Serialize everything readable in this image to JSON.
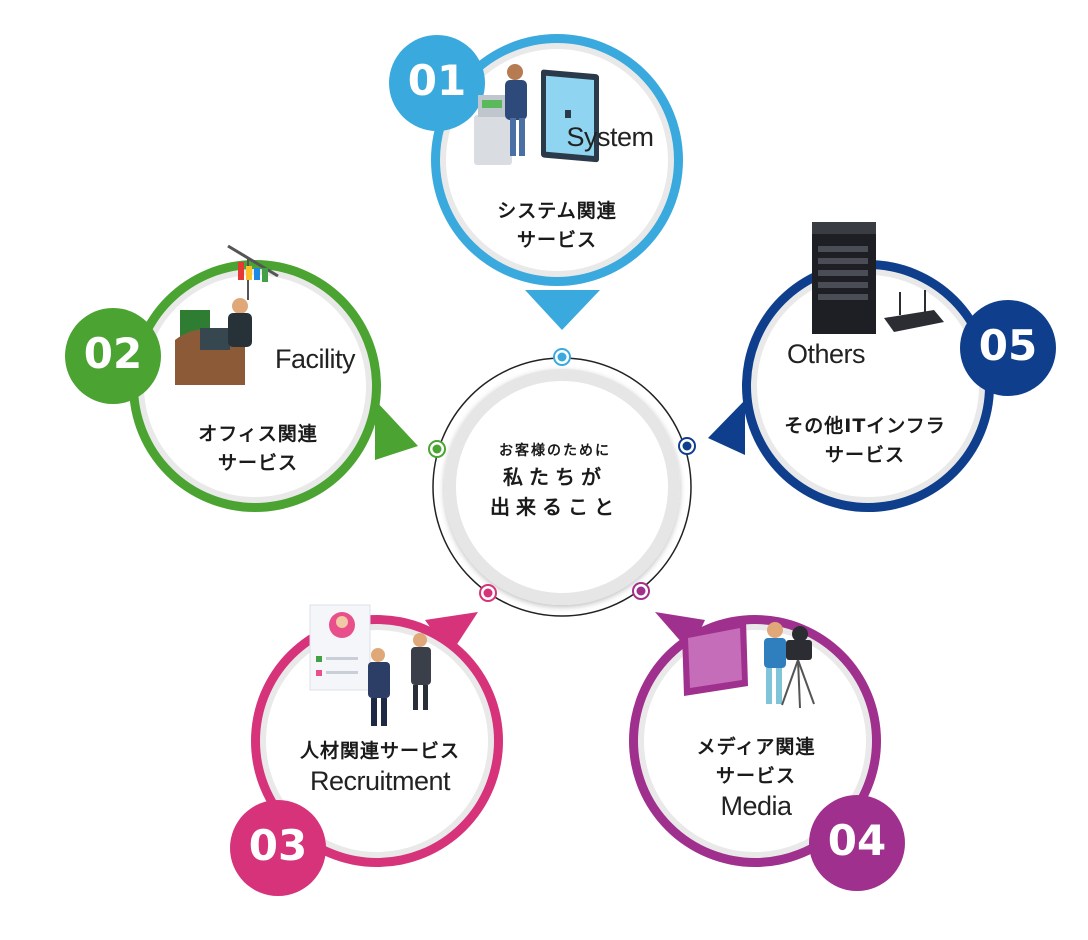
{
  "center": {
    "line1": "お客様のために",
    "line2": "私たちが",
    "line3": "出来ること"
  },
  "services": [
    {
      "number": "01",
      "english": "System",
      "title_line1": "システム関連",
      "title_line2": "サービス",
      "color": "#3aa9dd"
    },
    {
      "number": "02",
      "english": "Facility",
      "title_line1": "オフィス関連",
      "title_line2": "サービス",
      "color": "#4ba332"
    },
    {
      "number": "03",
      "english": "Recruitment",
      "title_line1": "人材関連サービス",
      "color": "#d6337a"
    },
    {
      "number": "04",
      "english": "Media",
      "title_line1": "メディア関連",
      "title_line2": "サービス",
      "color": "#a0308d"
    },
    {
      "number": "05",
      "english": "Others",
      "title_line1": "その他ITインフラ",
      "title_line2": "サービス",
      "color": "#0f3f8c"
    }
  ]
}
